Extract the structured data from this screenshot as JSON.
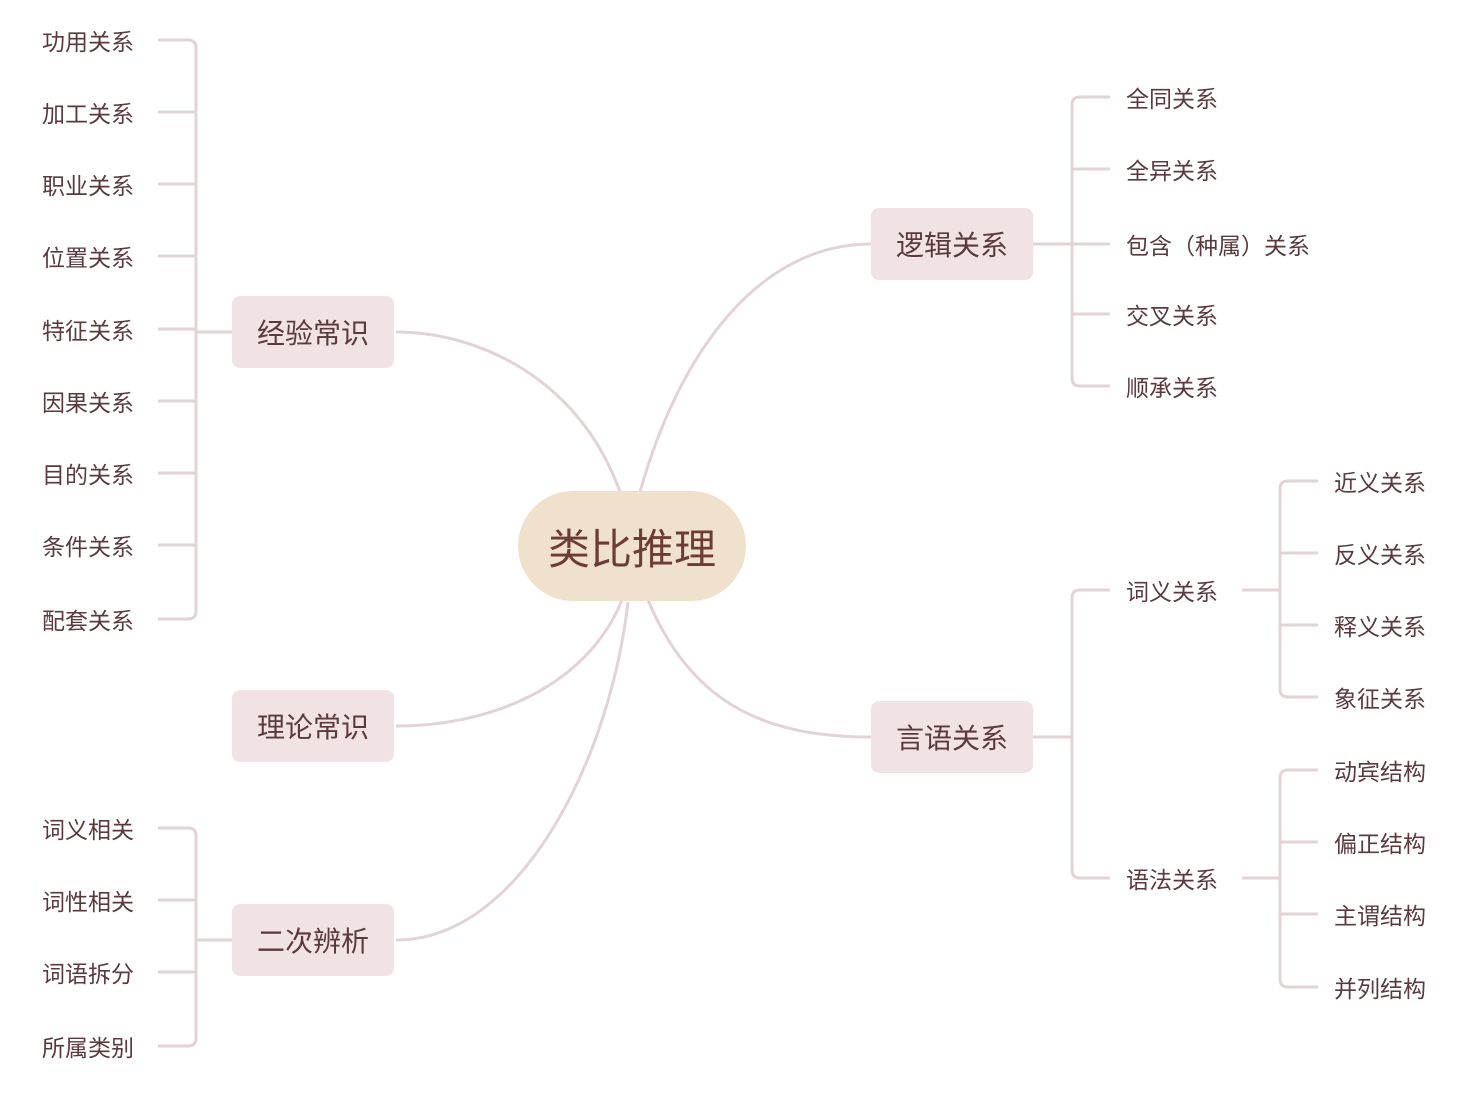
{
  "center": {
    "label": "类比推理"
  },
  "branches": {
    "jingyan": {
      "label": "经验常识",
      "children": [
        "功用关系",
        "加工关系",
        "职业关系",
        "位置关系",
        "特征关系",
        "因果关系",
        "目的关系",
        "条件关系",
        "配套关系"
      ]
    },
    "lilun": {
      "label": "理论常识"
    },
    "erci": {
      "label": "二次辨析",
      "children": [
        "词义相关",
        "词性相关",
        "词语拆分",
        "所属类别"
      ]
    },
    "luoji": {
      "label": "逻辑关系",
      "children": [
        "全同关系",
        "全异关系",
        "包含（种属）关系",
        "交叉关系",
        "顺承关系"
      ]
    },
    "yanyu": {
      "label": "言语关系",
      "sub": {
        "ciyi": {
          "label": "词义关系",
          "children": [
            "近义关系",
            "反义关系",
            "释义关系",
            "象征关系"
          ]
        },
        "yufa": {
          "label": "语法关系",
          "children": [
            "动宾结构",
            "偏正结构",
            "主谓结构",
            "并列结构"
          ]
        }
      }
    }
  }
}
